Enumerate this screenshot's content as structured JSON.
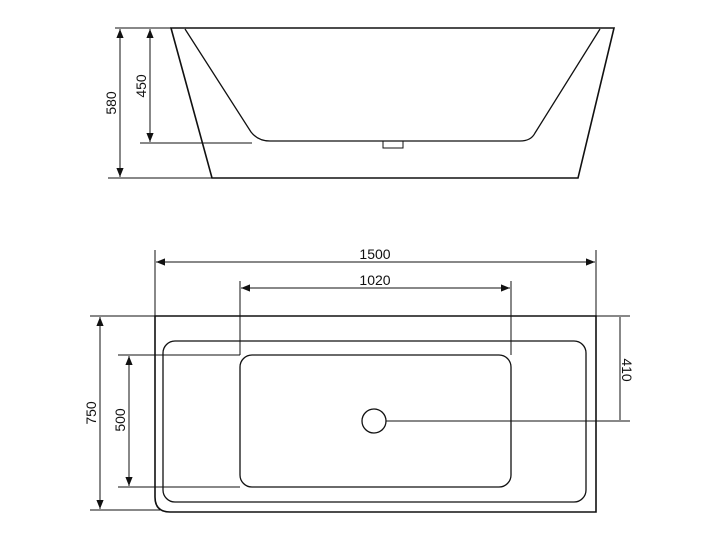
{
  "side_view": {
    "dimensions": {
      "total_height": "580",
      "inner_depth": "450"
    }
  },
  "top_view": {
    "dimensions": {
      "outer_length": "1500",
      "inner_length": "1020",
      "outer_width": "750",
      "inner_width": "500",
      "drain_offset": "410"
    }
  }
}
